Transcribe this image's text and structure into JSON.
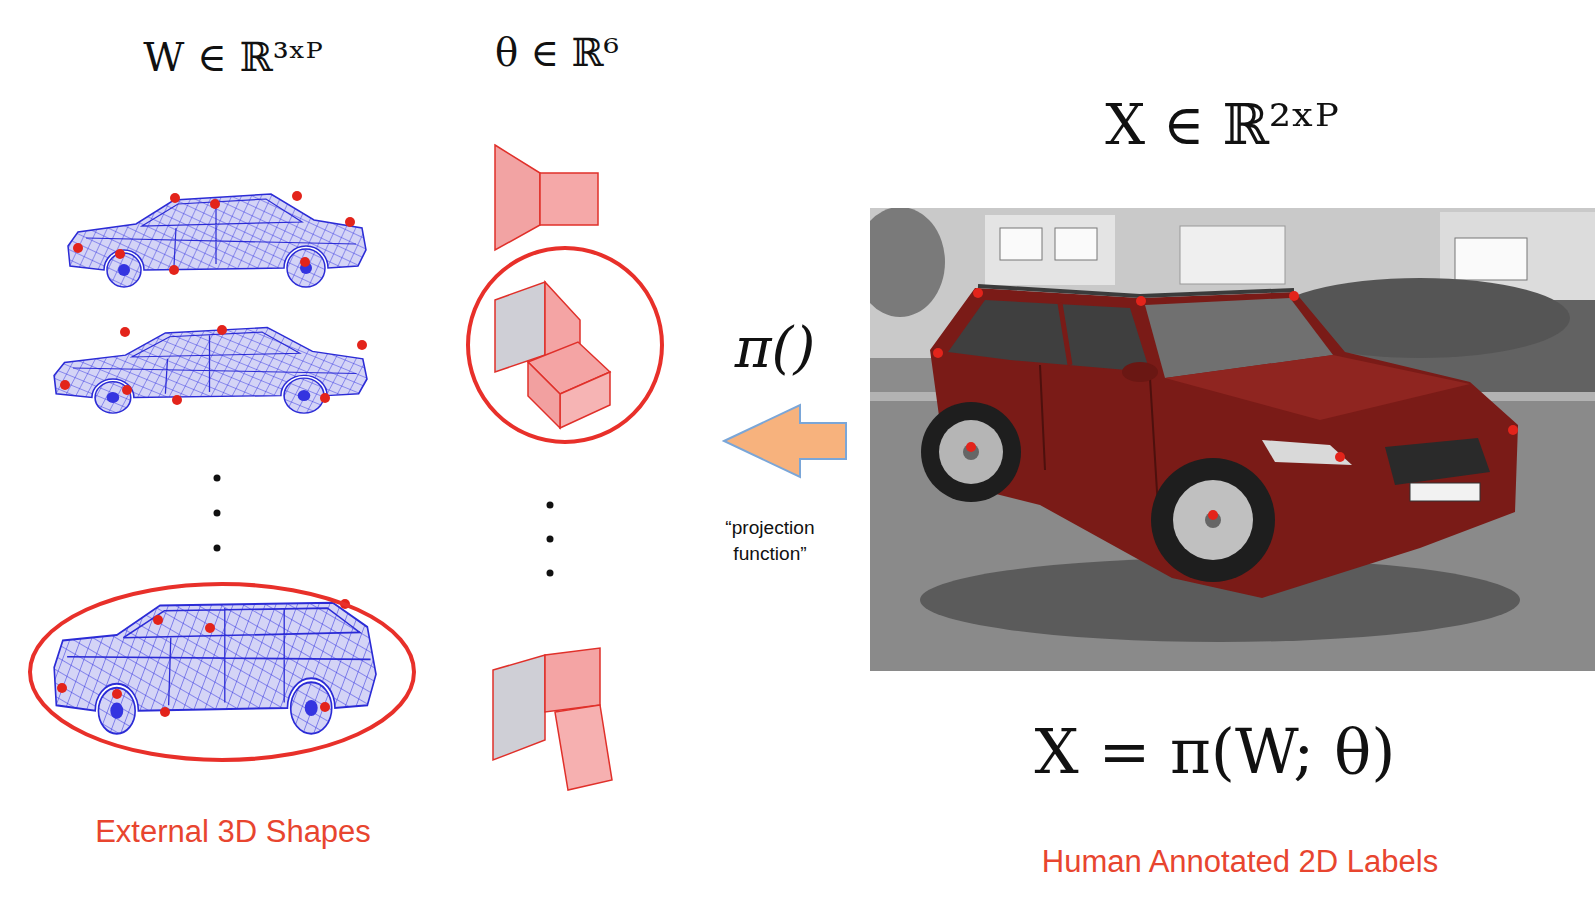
{
  "diagram": {
    "nodes": [
      {
        "text": [
          "W ∈ ℝ³ˣᴾ",
          "External 3D Shapes"
        ]
      },
      {
        "text": [
          "X ∈ ℝ²ˣᴾ",
          "X = π(W; θ)",
          "Human Annotated 2D Labels"
        ]
      }
    ],
    "labels": [
      "θ ∈ ℝ⁶",
      "π()",
      "“projection function”"
    ]
  }
}
